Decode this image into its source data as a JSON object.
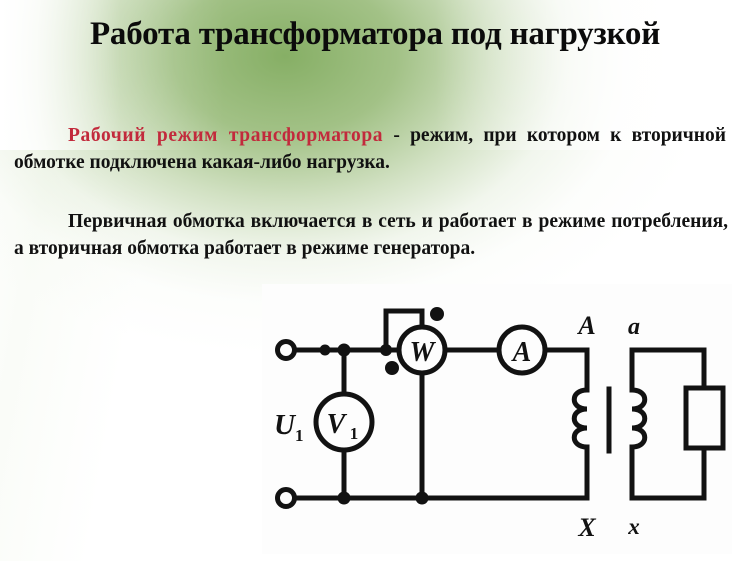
{
  "slide": {
    "title": "Работа трансформатора под нагрузкой",
    "accent_color": "#c22a3c",
    "background_green": "#7ca858"
  },
  "body": {
    "paragraph1": {
      "highlight": "Рабочий режим трансформатора",
      "rest": " -  режим,    при котором к вторичной обмотке подключена какая-либо нагрузка."
    },
    "paragraph2": "Первичная обмотка включается в сеть и работает в режиме потребления, а вторичная обмотка работает в режиме генератора."
  },
  "figure": {
    "caption_labels": {
      "source_voltage": "U",
      "source_voltage_sub": "1",
      "voltmeter": "V",
      "voltmeter_sub": "1",
      "wattmeter": "W",
      "ammeter": "A",
      "primary_top": "A",
      "primary_bottom": "X",
      "secondary_top": "a",
      "secondary_bottom": "x"
    }
  }
}
